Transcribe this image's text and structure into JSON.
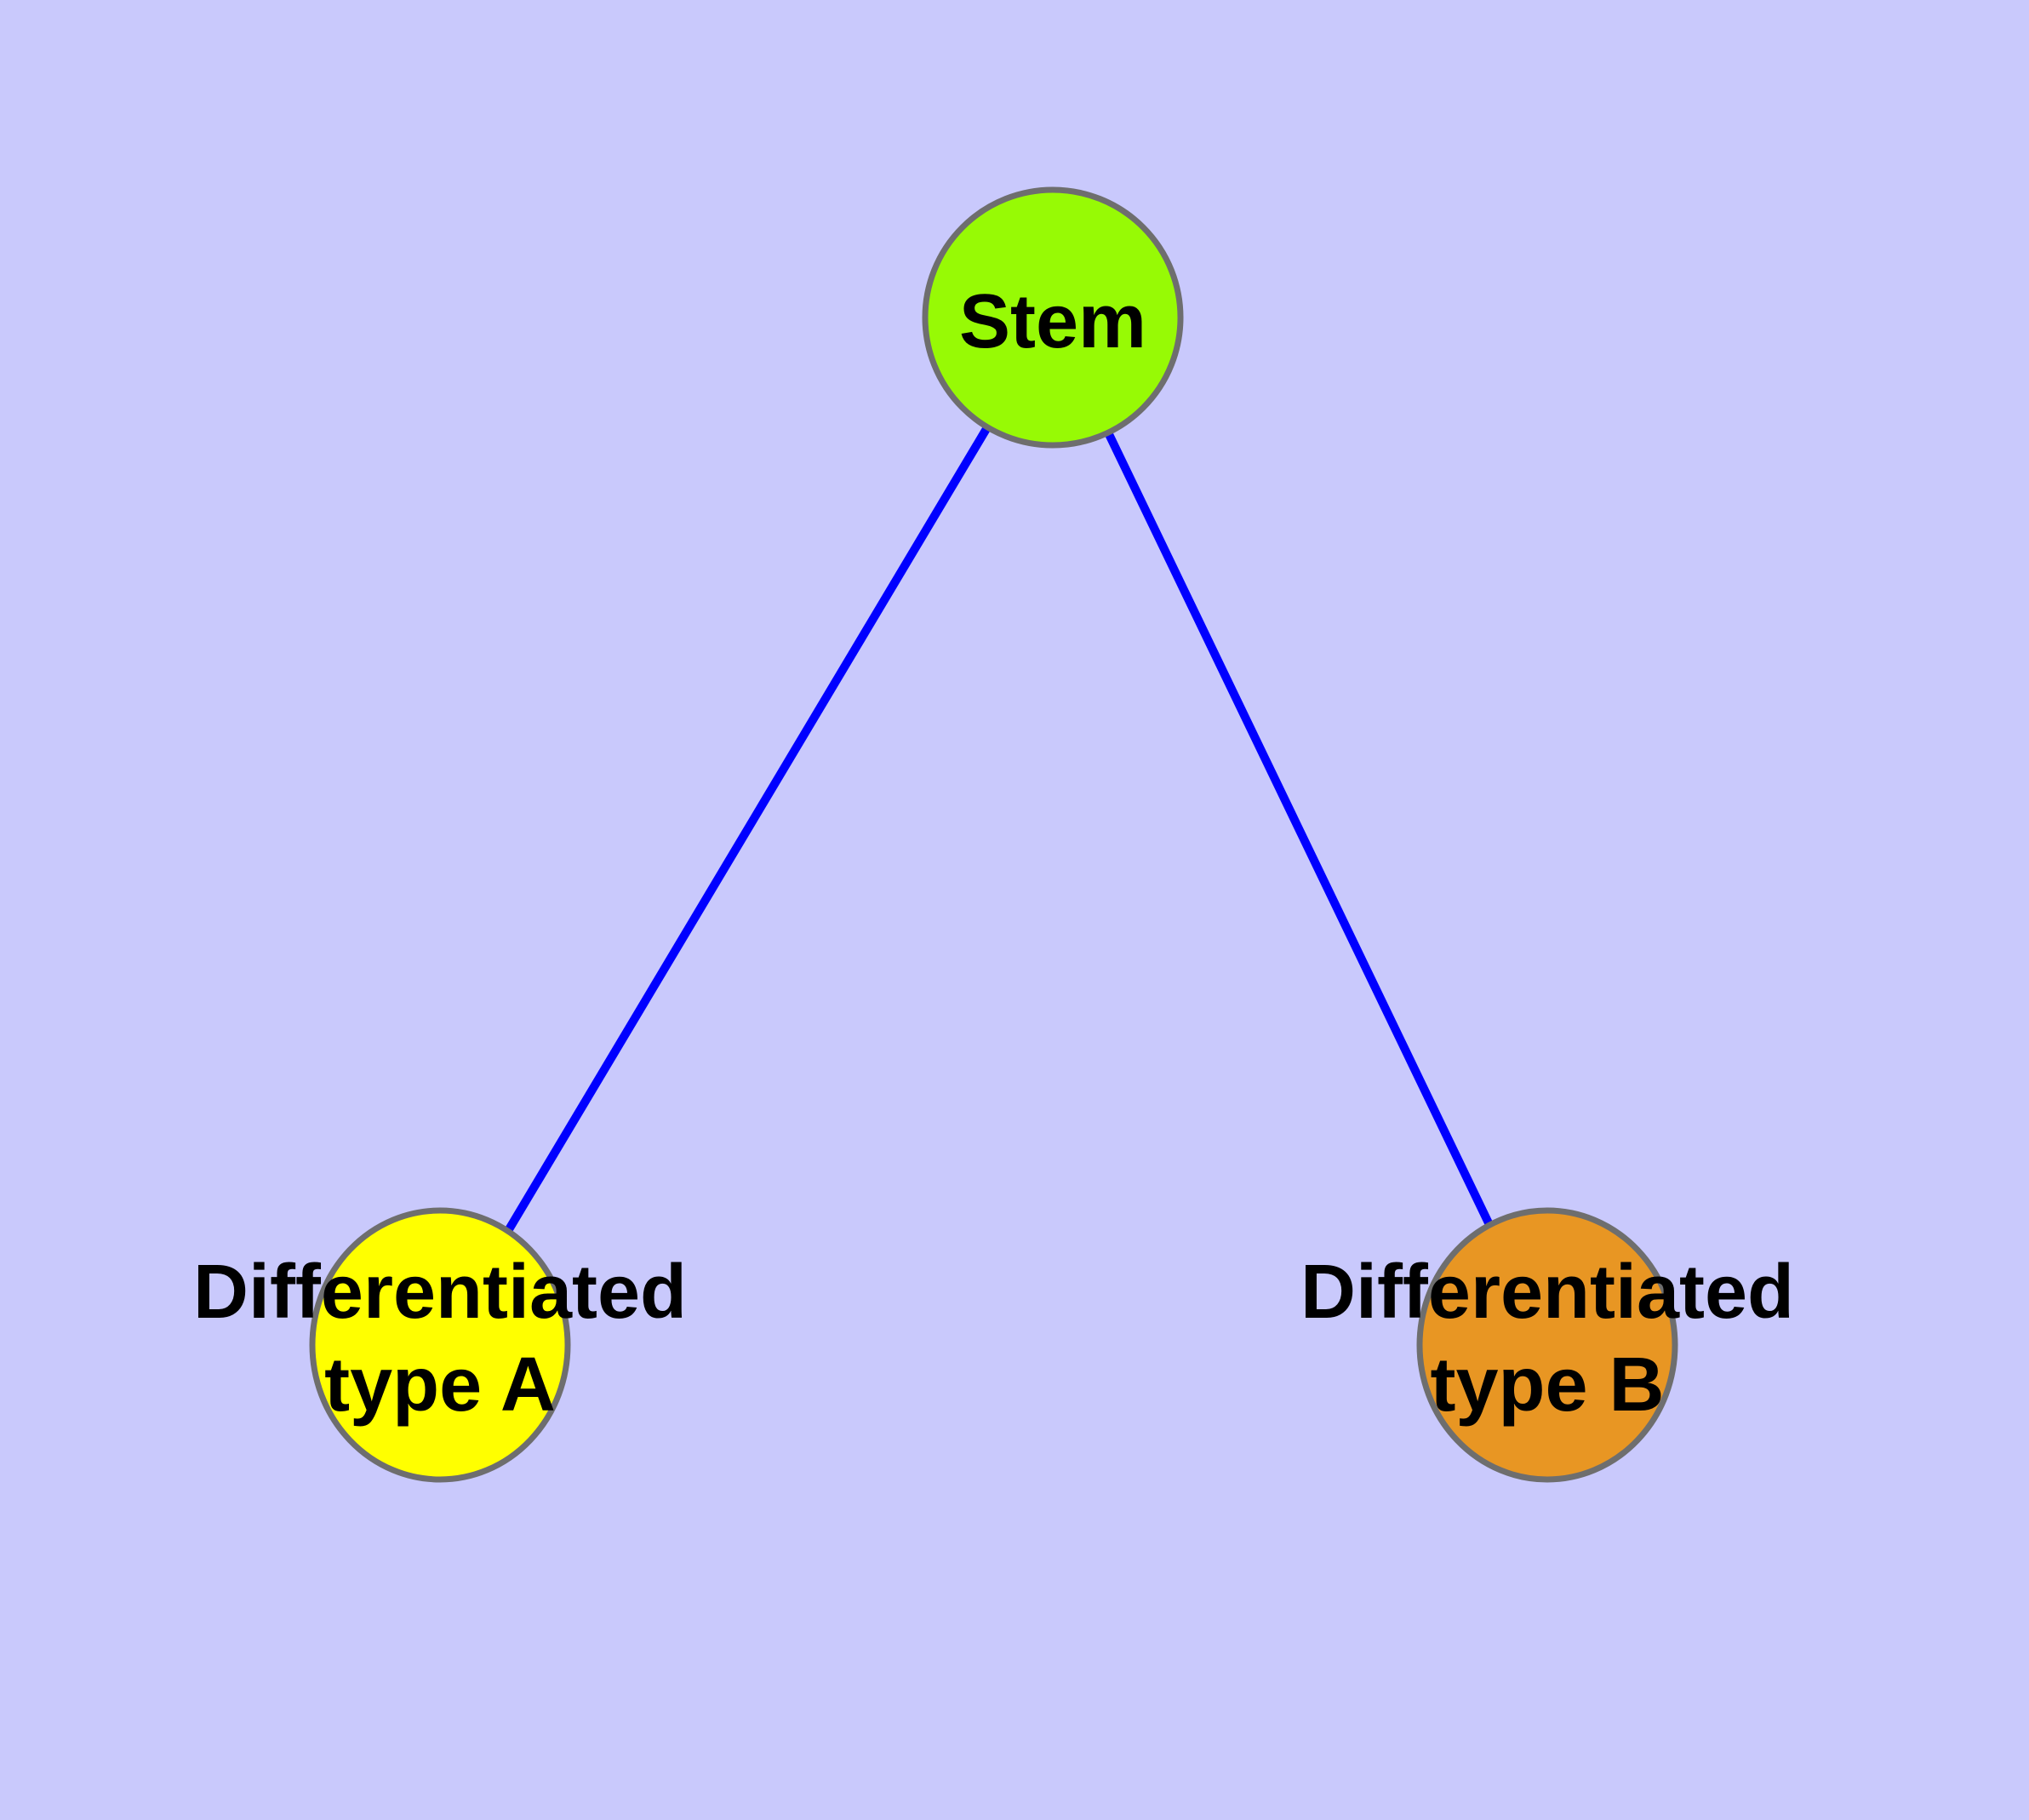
{
  "diagram": {
    "type": "graph",
    "background_color": "#C9C9FC",
    "edge_color": "#0000FF",
    "node_border_color": "#6E6E6E",
    "text_color": "#000000",
    "nodes": [
      {
        "id": "stem",
        "label": "Stem",
        "fill_color": "#97FA05"
      },
      {
        "id": "differentiated-type-a",
        "label_line1": "Differentiated",
        "label_line2": "type A",
        "fill_color": "#FFFF00"
      },
      {
        "id": "differentiated-type-b",
        "label_line1": "Differentiated",
        "label_line2": "type B",
        "fill_color": "#E89623"
      }
    ],
    "edges": [
      {
        "from": "Stem",
        "to": "Differentiated type A"
      },
      {
        "from": "Stem",
        "to": "Differentiated type B"
      }
    ]
  }
}
